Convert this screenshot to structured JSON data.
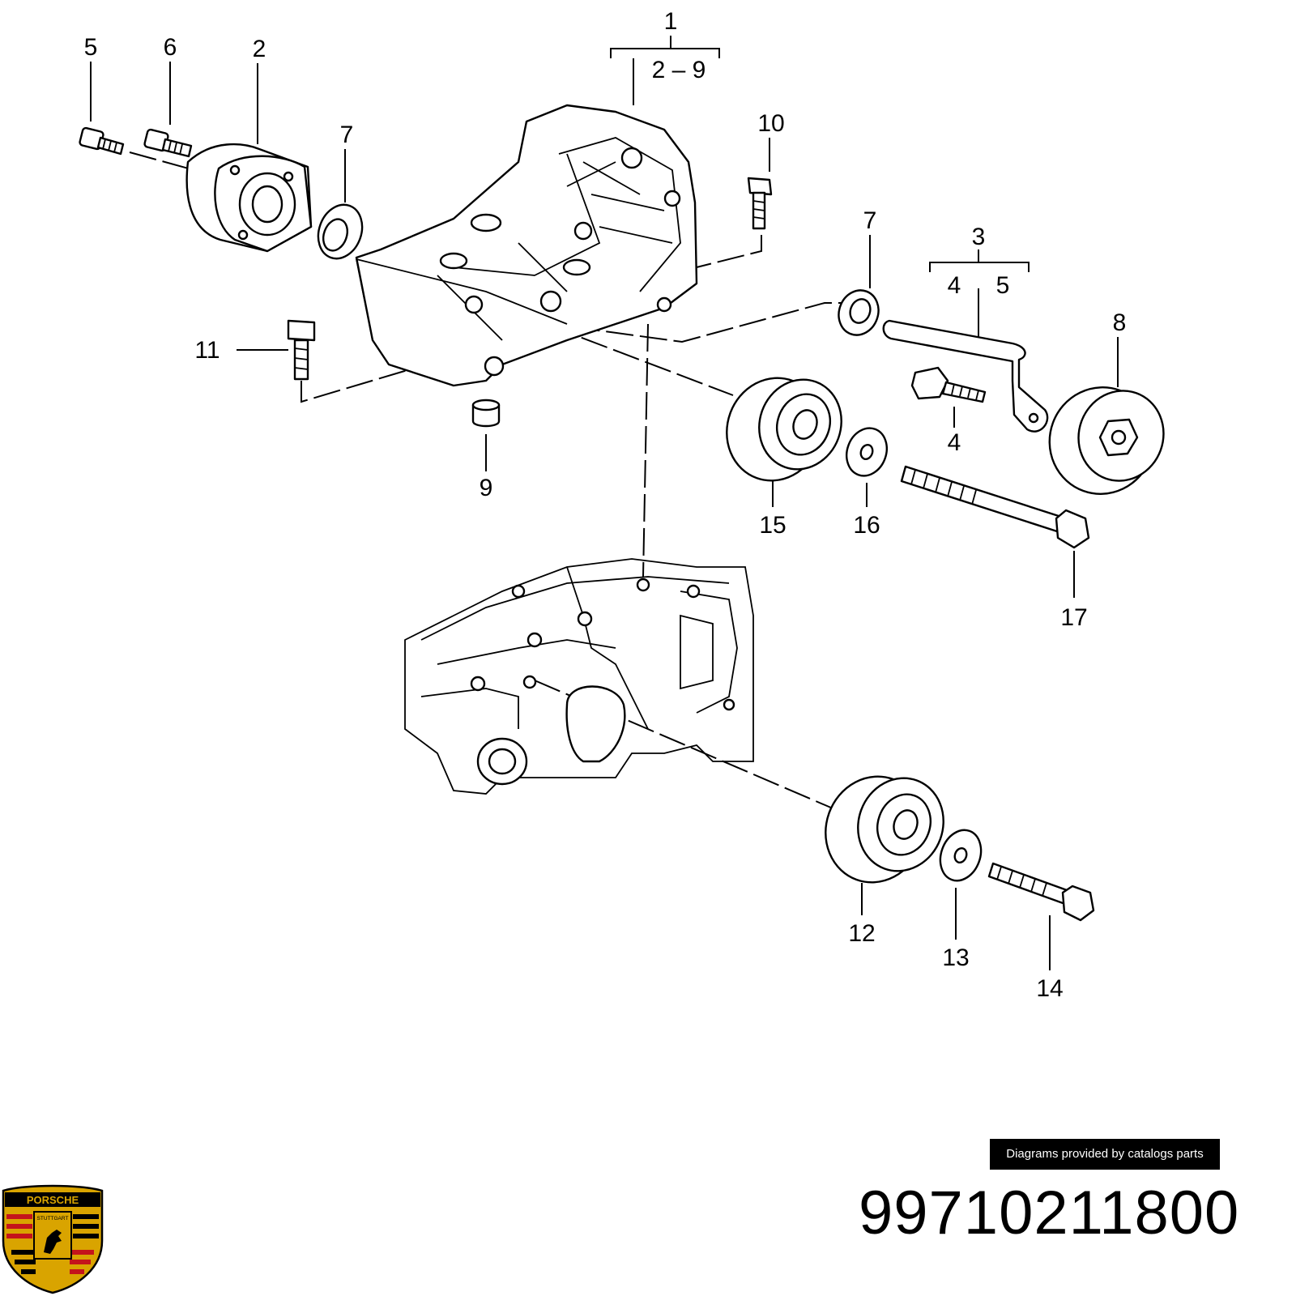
{
  "diagram": {
    "callouts": {
      "c1": "1",
      "c1_range": "2 – 9",
      "c2": "2",
      "c3": "3",
      "c3_range_a": "4",
      "c3_range_b": "5",
      "c4": "4",
      "c5": "5",
      "c6": "6",
      "c7a": "7",
      "c7b": "7",
      "c8": "8",
      "c9": "9",
      "c10": "10",
      "c11": "11",
      "c12": "12",
      "c13": "13",
      "c14": "14",
      "c15": "15",
      "c16": "16",
      "c17": "17"
    }
  },
  "credit": "Diagrams provided by catalogs parts",
  "part_number": "99710211800",
  "logo": {
    "brand_text": "PORSCHE",
    "city_text": "STUTTGART"
  },
  "colors": {
    "logo_gold": "#d9a400",
    "logo_red": "#c4141b",
    "logo_black": "#000000"
  }
}
